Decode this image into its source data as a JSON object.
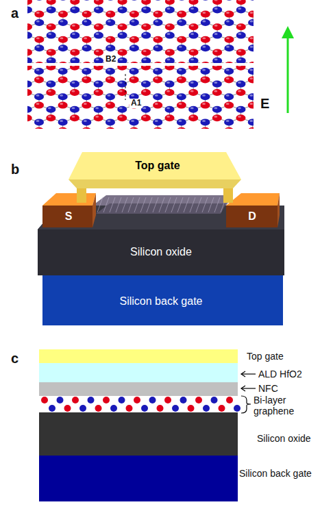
{
  "diagram": {
    "nodes": [
      {
        "text": [
          "Top gate"
        ]
      },
      {
        "text": [
          "S"
        ]
      },
      {
        "text": [
          "D"
        ]
      },
      {
        "text": [
          "Silicon oxide"
        ]
      },
      {
        "text": [
          "Silicon back gate"
        ]
      }
    ],
    "labels": [
      "a",
      "B2",
      "A1",
      "E",
      "b",
      "c",
      "Top gate",
      "ALD HfO2",
      "NFC",
      "Bi-layer graphene",
      "Silicon oxide",
      "Silicon back gate"
    ]
  }
}
